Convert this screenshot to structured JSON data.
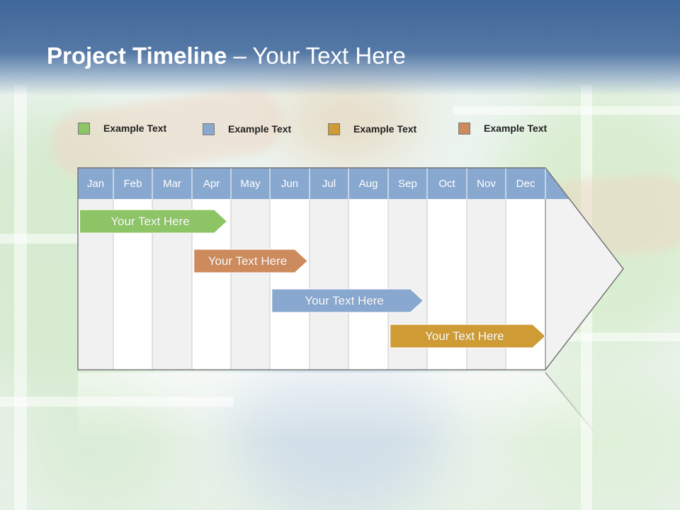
{
  "title": {
    "bold": "Project Timeline",
    "rest": " – Your Text Here"
  },
  "colors": {
    "green": "#8cc466",
    "blue": "#88a8cf",
    "gold": "#cf9b35",
    "brown": "#cd8a5c",
    "header": "#3f6799"
  },
  "legend": [
    {
      "label": "Example Text",
      "color": "#8cc466"
    },
    {
      "label": "Example Text",
      "color": "#88a8cf"
    },
    {
      "label": "Example Text",
      "color": "#cf9b35"
    },
    {
      "label": "Example Text",
      "color": "#cd8a5c"
    }
  ],
  "months": [
    "Jan",
    "Feb",
    "Mar",
    "Apr",
    "May",
    "Jun",
    "Jul",
    "Aug",
    "Sep",
    "Oct",
    "Nov",
    "Dec"
  ],
  "tasks": [
    {
      "label": "Your  Text Here",
      "color": "#8cc466",
      "start": 0.05,
      "end": 3.9
    },
    {
      "label": "Your  Text Here",
      "color": "#cd8a5c",
      "start": 3.05,
      "end": 5.95
    },
    {
      "label": "Your  Text Here",
      "color": "#88a8cf",
      "start": 5.05,
      "end": 8.9
    },
    {
      "label": "Your  Text Here",
      "color": "#cf9b35",
      "start": 8.05,
      "end": 12.0
    }
  ]
}
